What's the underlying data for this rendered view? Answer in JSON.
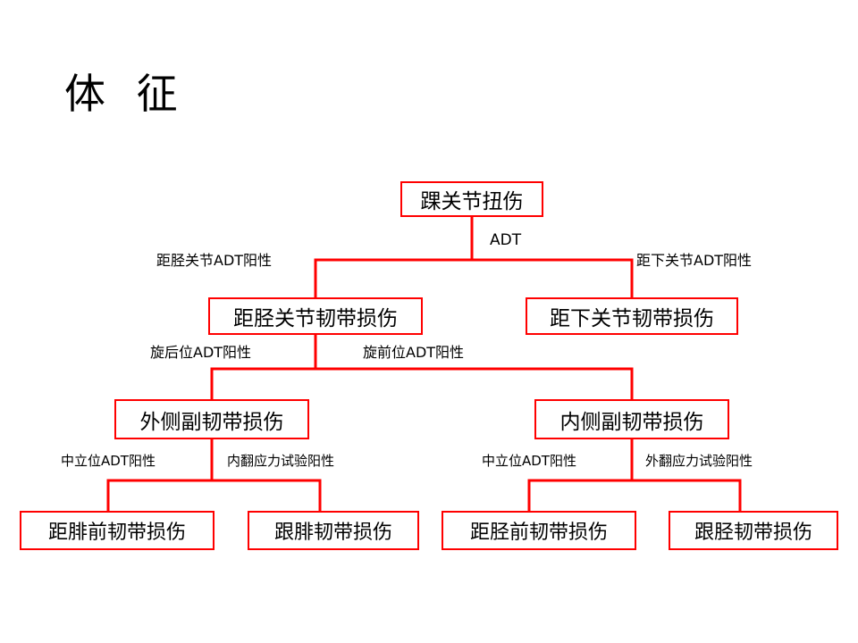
{
  "slide": {
    "title": "体 征",
    "accent_color": "#ff0000",
    "text_color": "#000000",
    "background_color": "#ffffff"
  },
  "diagram": {
    "type": "flowchart-tree",
    "nodes": [
      {
        "id": "root",
        "label": "踝关节扭伤",
        "level": 0
      },
      {
        "id": "tibiotalar",
        "label": "距胫关节韧带损伤",
        "level": 1
      },
      {
        "id": "subtalar",
        "label": "距下关节韧带损伤",
        "level": 1
      },
      {
        "id": "lateral",
        "label": "外侧副韧带损伤",
        "level": 2
      },
      {
        "id": "medial",
        "label": "内侧副韧带损伤",
        "level": 2
      },
      {
        "id": "atfl",
        "label": "距腓前韧带损伤",
        "level": 3
      },
      {
        "id": "cfl",
        "label": "跟腓韧带损伤",
        "level": 3
      },
      {
        "id": "atl",
        "label": "距胫前韧带损伤",
        "level": 3
      },
      {
        "id": "ctl",
        "label": "跟胫韧带损伤",
        "level": 3
      }
    ],
    "edge_labels": {
      "trunk": "ADT",
      "to_tibiotalar": "距胫关节ADT阳性",
      "to_subtalar": "距下关节ADT阳性",
      "to_lateral": "旋后位ADT阳性",
      "to_medial": "旋前位ADT阳性",
      "to_atfl": "中立位ADT阳性",
      "to_cfl": "内翻应力试验阳性",
      "to_atl": "中立位ADT阳性",
      "to_ctl": "外翻应力试验阳性"
    }
  }
}
